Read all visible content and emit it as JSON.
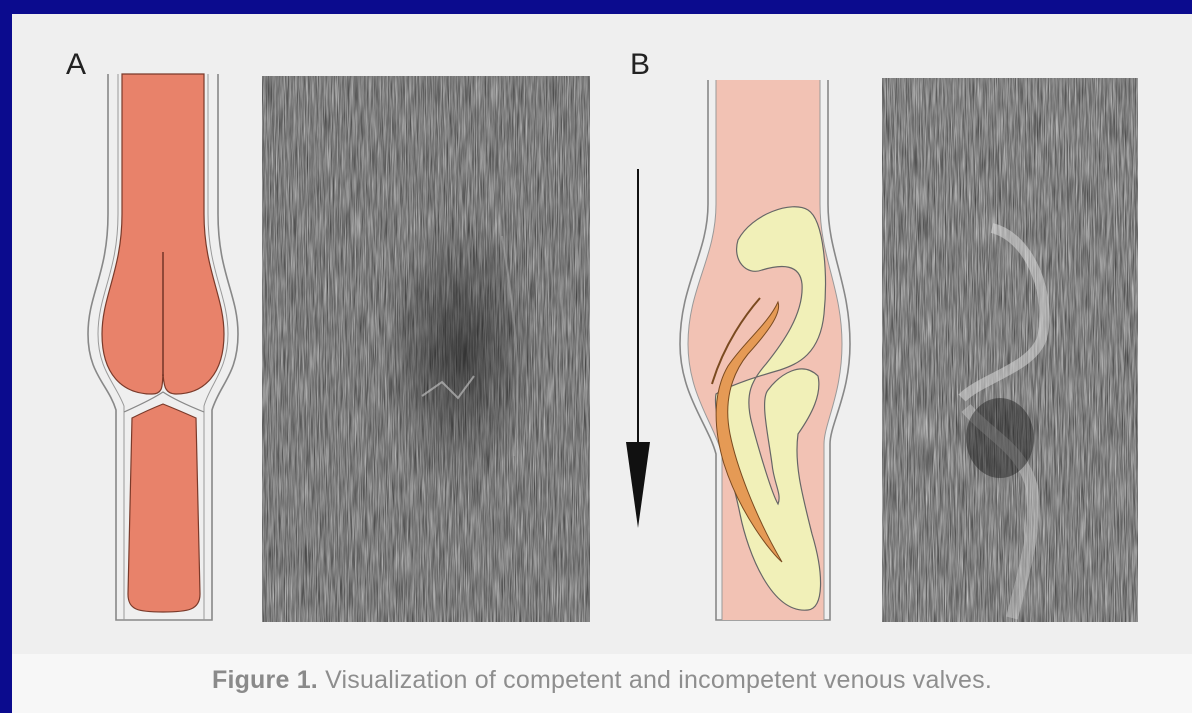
{
  "figure": {
    "panel_a_label": "A",
    "panel_b_label": "B",
    "caption_bold": "Figure 1.",
    "caption_text": " Visualization of competent and incompetent venous valves."
  },
  "colors": {
    "page_background": "#0b0b8e",
    "figure_background": "#efefef",
    "competent_blood": "#e8826a",
    "incompetent_blood": "#f2c2b4",
    "valve_leaflet": "#f1f0b8",
    "leaflet_core": "#e59a55",
    "arrow": "#111111",
    "ultrasound": "#3c3c3c"
  }
}
